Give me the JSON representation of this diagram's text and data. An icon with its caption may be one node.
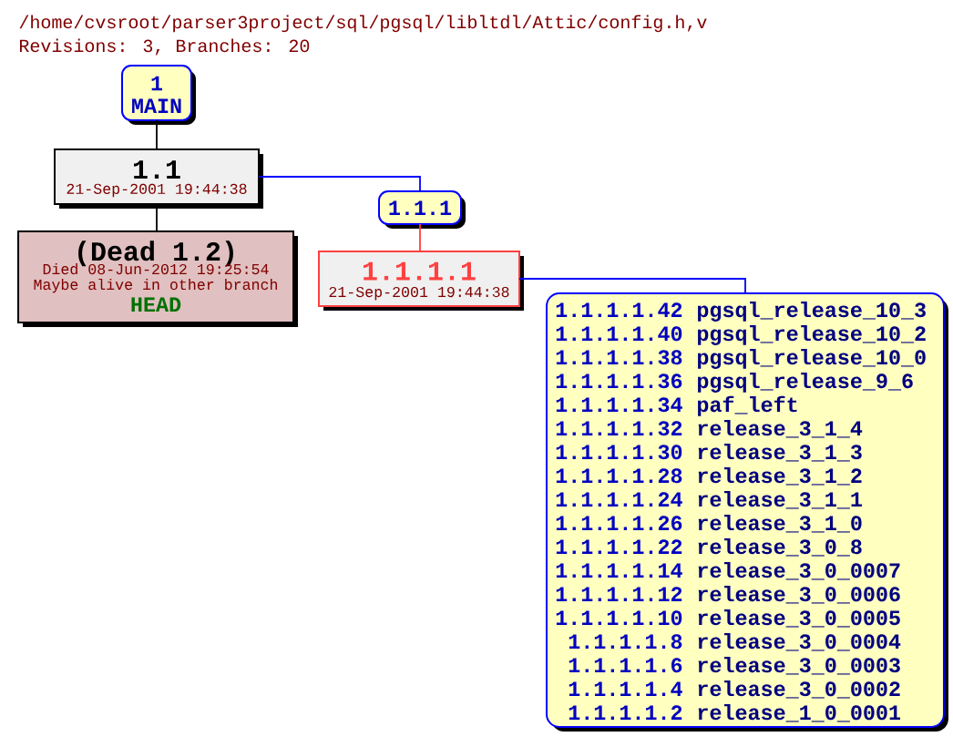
{
  "diagram": {
    "title": "/home/cvsroot/parser3project/sql/pgsql/libltdl/Attic/config.h,v",
    "nodes": [
      {
        "text": [
          "1",
          "MAIN"
        ]
      },
      {
        "text": [
          "1.1",
          "21-Sep-2001 19:44:38"
        ]
      },
      {
        "text": [
          "(Dead 1.2)",
          "Died 08-Jun-2012 19:25:54",
          "Maybe alive in other branch",
          "HEAD"
        ]
      },
      {
        "text": [
          "1.1.1"
        ]
      },
      {
        "text": [
          "1.1.1.1",
          "21-Sep-2001 19:44:38"
        ]
      },
      {
        "text": [
          "1.1.1.1.42",
          "pgsql_release_10_3",
          "1.1.1.1.40",
          "pgsql_release_10_2",
          "1.1.1.1.38",
          "pgsql_release_10_0",
          "1.1.1.1.36",
          "pgsql_release_9_6",
          "1.1.1.1.34",
          "paf_left",
          "1.1.1.1.32",
          "release_3_1_4",
          "1.1.1.1.30",
          "release_3_1_3",
          "1.1.1.1.28",
          "release_3_1_2",
          "1.1.1.1.24",
          "release_3_1_1",
          "1.1.1.1.26",
          "release_3_1_0",
          "1.1.1.1.22",
          "release_3_0_8",
          "1.1.1.1.14",
          "release_3_0_0007",
          "1.1.1.1.12",
          "release_3_0_0006",
          "1.1.1.1.10",
          "release_3_0_0005",
          "1.1.1.1.8",
          "release_3_0_0004",
          "1.1.1.1.6",
          "release_3_0_0003",
          "1.1.1.1.4",
          "release_3_0_0002",
          "1.1.1.1.2",
          "release_1_0_0001"
        ]
      }
    ],
    "edges": [
      {
        "from": 0,
        "to": 1,
        "arrow": "none"
      },
      {
        "from": 1,
        "to": 2,
        "arrow": "none"
      },
      {
        "from": 1,
        "to": 3,
        "arrow": "none",
        "color": "#0000ff"
      },
      {
        "from": 3,
        "to": 4,
        "arrow": "none",
        "color": "#ff4040"
      },
      {
        "from": 4,
        "to": 5,
        "arrow": "none",
        "color": "#0000ff"
      }
    ],
    "labels": [
      "Revisions: 3, Branches: 20"
    ]
  }
}
